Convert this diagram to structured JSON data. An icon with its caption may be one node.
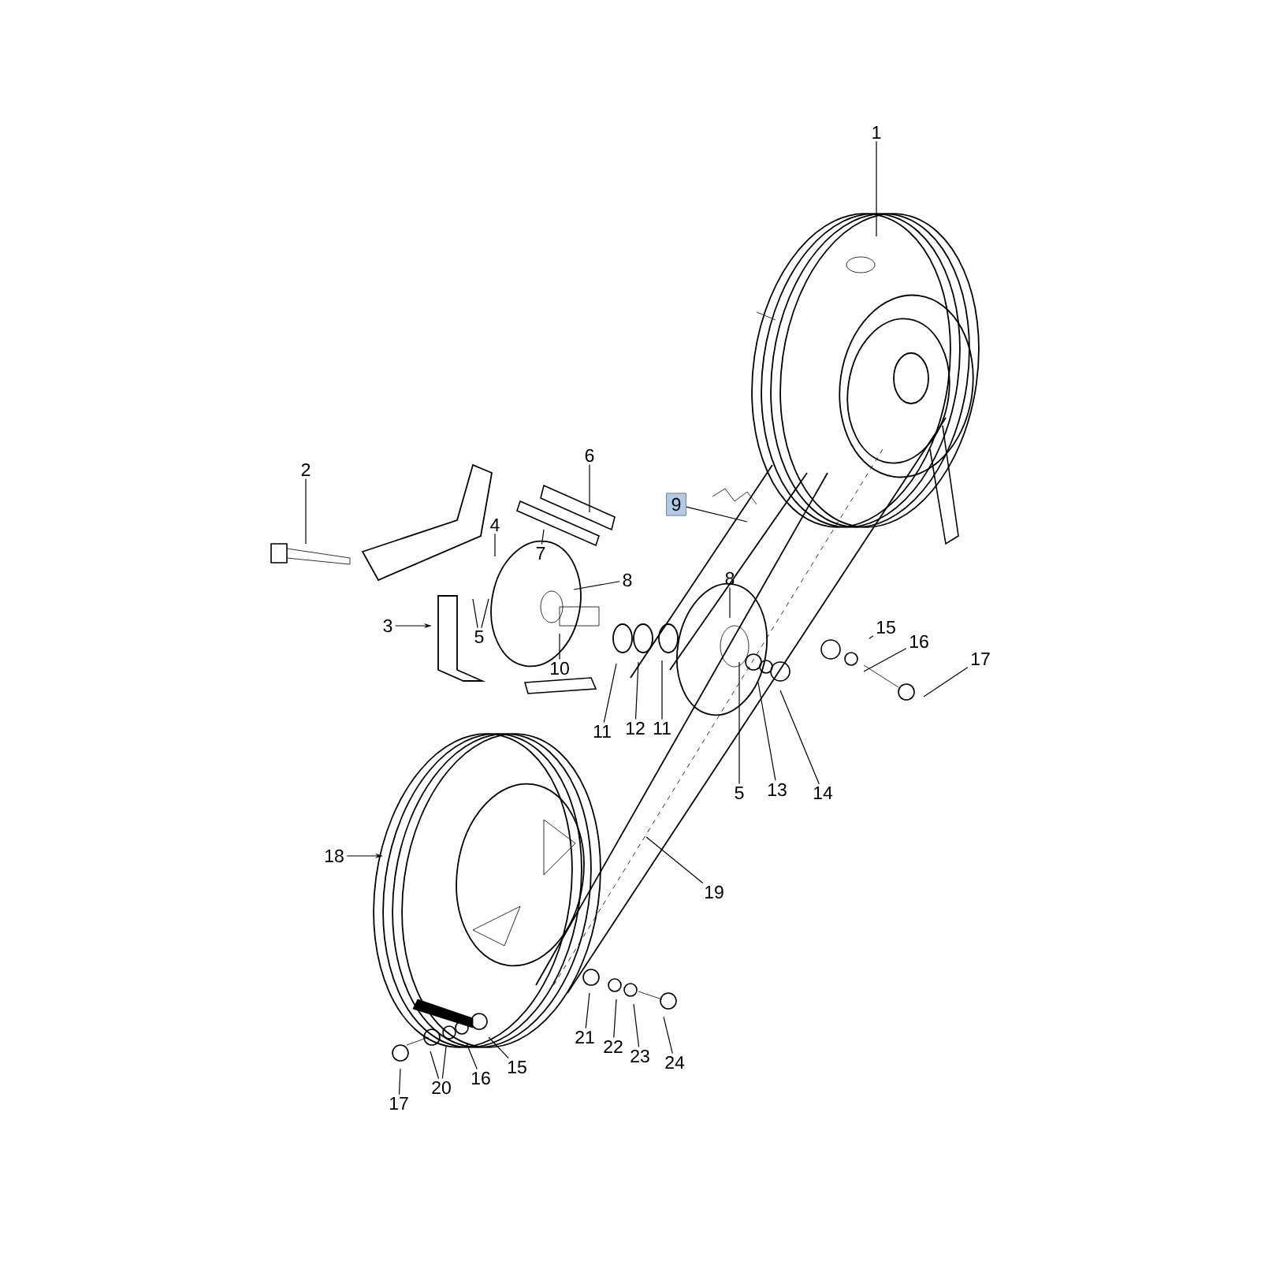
{
  "diagram": {
    "nodes": [
      {
        "text": [
          "1"
        ]
      },
      {
        "text": [
          "2"
        ]
      },
      {
        "text": [
          "6"
        ]
      },
      {
        "text": [
          "9"
        ]
      },
      {
        "text": [
          "4"
        ]
      },
      {
        "text": [
          "7"
        ]
      },
      {
        "text": [
          "8"
        ]
      },
      {
        "text": [
          "3"
        ]
      },
      {
        "text": [
          "5"
        ]
      },
      {
        "text": [
          "8"
        ]
      },
      {
        "text": [
          "15"
        ]
      },
      {
        "text": [
          "16"
        ]
      },
      {
        "text": [
          "17"
        ]
      },
      {
        "text": [
          "10"
        ]
      },
      {
        "text": [
          "11"
        ]
      },
      {
        "text": [
          "12"
        ]
      },
      {
        "text": [
          "11"
        ]
      },
      {
        "text": [
          "5"
        ]
      },
      {
        "text": [
          "13"
        ]
      },
      {
        "text": [
          "14"
        ]
      },
      {
        "text": [
          "18"
        ]
      },
      {
        "text": [
          "19"
        ]
      },
      {
        "text": [
          "21"
        ]
      },
      {
        "text": [
          "22"
        ]
      },
      {
        "text": [
          "23"
        ]
      },
      {
        "text": [
          "24"
        ]
      },
      {
        "text": [
          "17"
        ]
      },
      {
        "text": [
          "20"
        ]
      },
      {
        "text": [
          "16"
        ]
      },
      {
        "text": [
          "15"
        ]
      }
    ],
    "edges": [
      {
        "from": 0,
        "to": null,
        "arrow": "none"
      },
      {
        "from": 1,
        "to": null,
        "arrow": "none"
      },
      {
        "from": 2,
        "to": null,
        "arrow": "none"
      },
      {
        "from": 3,
        "to": null,
        "arrow": "none"
      },
      {
        "from": 4,
        "to": null,
        "arrow": "none"
      },
      {
        "from": 5,
        "to": null,
        "arrow": "none"
      },
      {
        "from": 6,
        "to": null,
        "arrow": "none"
      },
      {
        "from": 7,
        "to": null,
        "arrow": "to"
      },
      {
        "from": 8,
        "to": null,
        "arrow": "none"
      },
      {
        "from": 8,
        "to": null,
        "arrow": "none"
      },
      {
        "from": 9,
        "to": null,
        "arrow": "none"
      },
      {
        "from": 10,
        "to": null,
        "arrow": "none",
        "style": "dashed"
      },
      {
        "from": 11,
        "to": null,
        "arrow": "none"
      },
      {
        "from": 12,
        "to": null,
        "arrow": "none"
      },
      {
        "from": 13,
        "to": null,
        "arrow": "none"
      },
      {
        "from": 14,
        "to": null,
        "arrow": "none"
      },
      {
        "from": 15,
        "to": null,
        "arrow": "none"
      },
      {
        "from": 16,
        "to": null,
        "arrow": "none"
      },
      {
        "from": 17,
        "to": null,
        "arrow": "none"
      },
      {
        "from": 18,
        "to": null,
        "arrow": "none"
      },
      {
        "from": 19,
        "to": null,
        "arrow": "none"
      },
      {
        "from": 20,
        "to": null,
        "arrow": "to"
      },
      {
        "from": 21,
        "to": null,
        "arrow": "none"
      },
      {
        "from": 22,
        "to": null,
        "arrow": "none"
      },
      {
        "from": 23,
        "to": null,
        "arrow": "none"
      },
      {
        "from": 24,
        "to": null,
        "arrow": "none"
      },
      {
        "from": 25,
        "to": null,
        "arrow": "none"
      },
      {
        "from": 26,
        "to": null,
        "arrow": "none"
      },
      {
        "from": 27,
        "to": null,
        "arrow": "none"
      },
      {
        "from": 27,
        "to": null,
        "arrow": "none"
      },
      {
        "from": 28,
        "to": null,
        "arrow": "none"
      },
      {
        "from": 29,
        "to": null,
        "arrow": "none"
      }
    ]
  }
}
